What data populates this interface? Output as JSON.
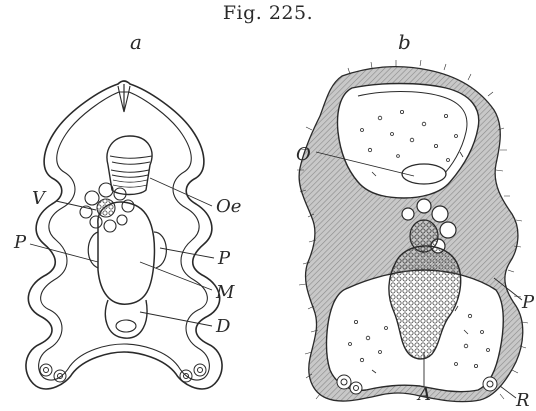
{
  "figure": {
    "title": "Fig. 225.",
    "panels": [
      {
        "letter": "a",
        "labels": {
          "V": "V",
          "P_left": "P",
          "Oe": "Oe",
          "P_right": "P",
          "M": "M",
          "D": "D"
        }
      },
      {
        "letter": "b",
        "labels": {
          "O": "O",
          "P": "P",
          "A": "A",
          "R": "R"
        }
      }
    ]
  },
  "colors": {
    "ink": "#2a2a2a",
    "shading": "#b9b9b9",
    "paper": "#ffffff"
  }
}
